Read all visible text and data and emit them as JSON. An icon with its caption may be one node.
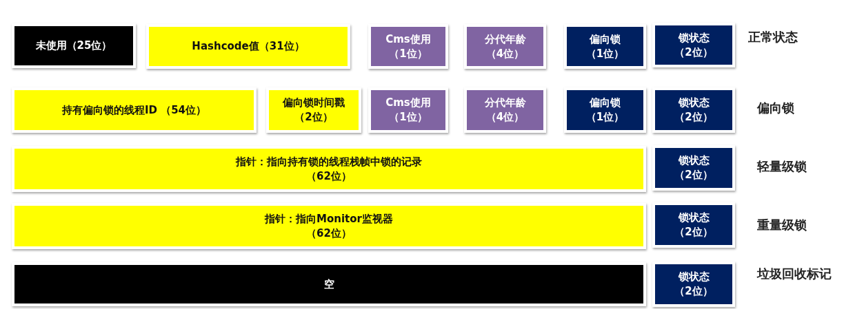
{
  "diagram": {
    "nodes": [
      {
        "text": [
          "未使用（25位）"
        ]
      },
      {
        "text": [
          "Hashcode值（31位）"
        ]
      },
      {
        "text": [
          "Cms使用",
          "（1位）"
        ]
      },
      {
        "text": [
          "分代年龄",
          "（4位）"
        ]
      },
      {
        "text": [
          "偏向锁",
          "（1位）"
        ]
      },
      {
        "text": [
          "锁状态",
          "（2位）"
        ]
      },
      {
        "text": [
          "持有偏向锁的线程ID （54位）"
        ]
      },
      {
        "text": [
          "偏向锁时间戳",
          "（2位）"
        ]
      },
      {
        "text": [
          "Cms使用",
          "（1位）"
        ]
      },
      {
        "text": [
          "分代年龄",
          "（4位）"
        ]
      },
      {
        "text": [
          "偏向锁",
          "（1位）"
        ]
      },
      {
        "text": [
          "锁状态",
          "（2位）"
        ]
      },
      {
        "text": [
          "指针：指向持有锁的线程栈帧中锁的记录",
          "（62位）"
        ]
      },
      {
        "text": [
          "锁状态",
          "（2位）"
        ]
      },
      {
        "text": [
          "指针：指向Monitor监视器",
          "（62位）"
        ]
      },
      {
        "text": [
          "锁状态",
          "（2位）"
        ]
      },
      {
        "text": [
          "空"
        ]
      },
      {
        "text": [
          "锁状态",
          "（2位）"
        ]
      }
    ],
    "labels": [
      "正常状态",
      "偏向锁",
      "轻量级锁",
      "重量级锁",
      "垃圾回收标记"
    ]
  }
}
